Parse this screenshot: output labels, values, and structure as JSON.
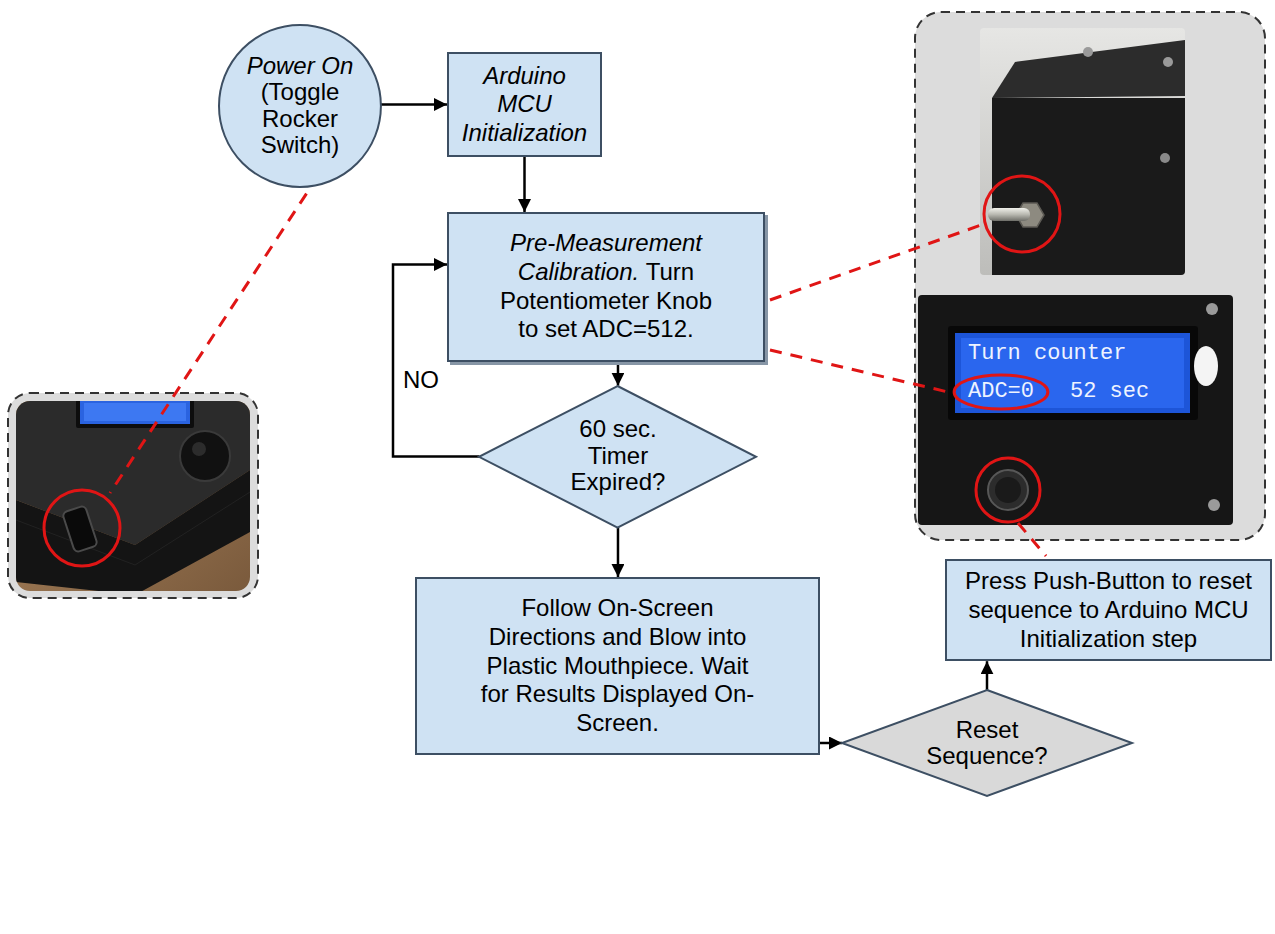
{
  "diagram": {
    "nodes": [
      {
        "text": [
          "Power On",
          "(Toggle Rocker Switch)"
        ]
      },
      {
        "text": [
          "Arduino MCU Initialization"
        ]
      },
      {
        "text": [
          "Pre-Measurement Calibration.",
          "Turn Potentiometer Knob to set ADC=512."
        ]
      },
      {
        "text": [
          "60 sec. Timer Expired?"
        ]
      },
      {
        "text": [
          "Follow On-Screen Directions and Blow into Plastic Mouthpiece. Wait for Results Displayed On-Screen."
        ]
      },
      {
        "text": [
          "Reset Sequence?"
        ]
      },
      {
        "text": [
          "Press Push-Button to reset sequence to Arduino MCU Initialization step"
        ]
      }
    ],
    "edges": [
      {
        "from": 0,
        "to": 1,
        "arrow": "to"
      },
      {
        "from": 1,
        "to": 2,
        "arrow": "to"
      },
      {
        "from": 2,
        "to": 3,
        "arrow": "to"
      },
      {
        "from": 3,
        "to": 2,
        "label": "NO",
        "arrow": "to"
      },
      {
        "from": 3,
        "to": 4,
        "arrow": "to"
      },
      {
        "from": 4,
        "to": 5,
        "arrow": "to"
      },
      {
        "from": 5,
        "to": 6,
        "arrow": "to"
      }
    ],
    "labels": [
      "Turn counter",
      "ADC=0",
      "52 sec"
    ]
  }
}
